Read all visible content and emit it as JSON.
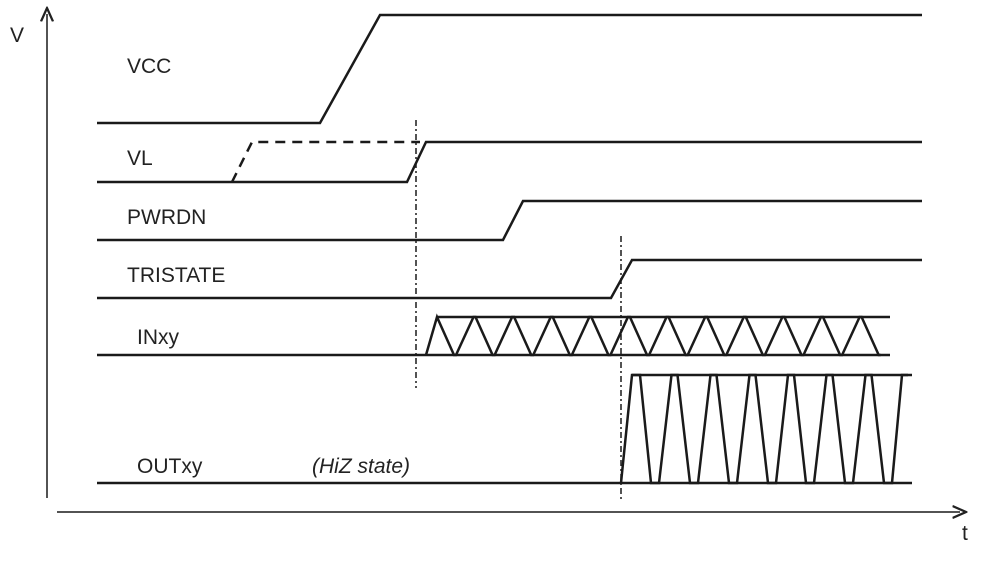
{
  "axes": {
    "y_label": "V",
    "x_label": "t"
  },
  "signals": [
    {
      "name": "VCC"
    },
    {
      "name": "VL"
    },
    {
      "name": "PWRDN"
    },
    {
      "name": "TRISTATE"
    },
    {
      "name": "INxy"
    },
    {
      "name": "OUTxy"
    }
  ],
  "annotations": {
    "hiz": "(HiZ state)"
  },
  "colors": {
    "line": "#1a1a1a"
  }
}
